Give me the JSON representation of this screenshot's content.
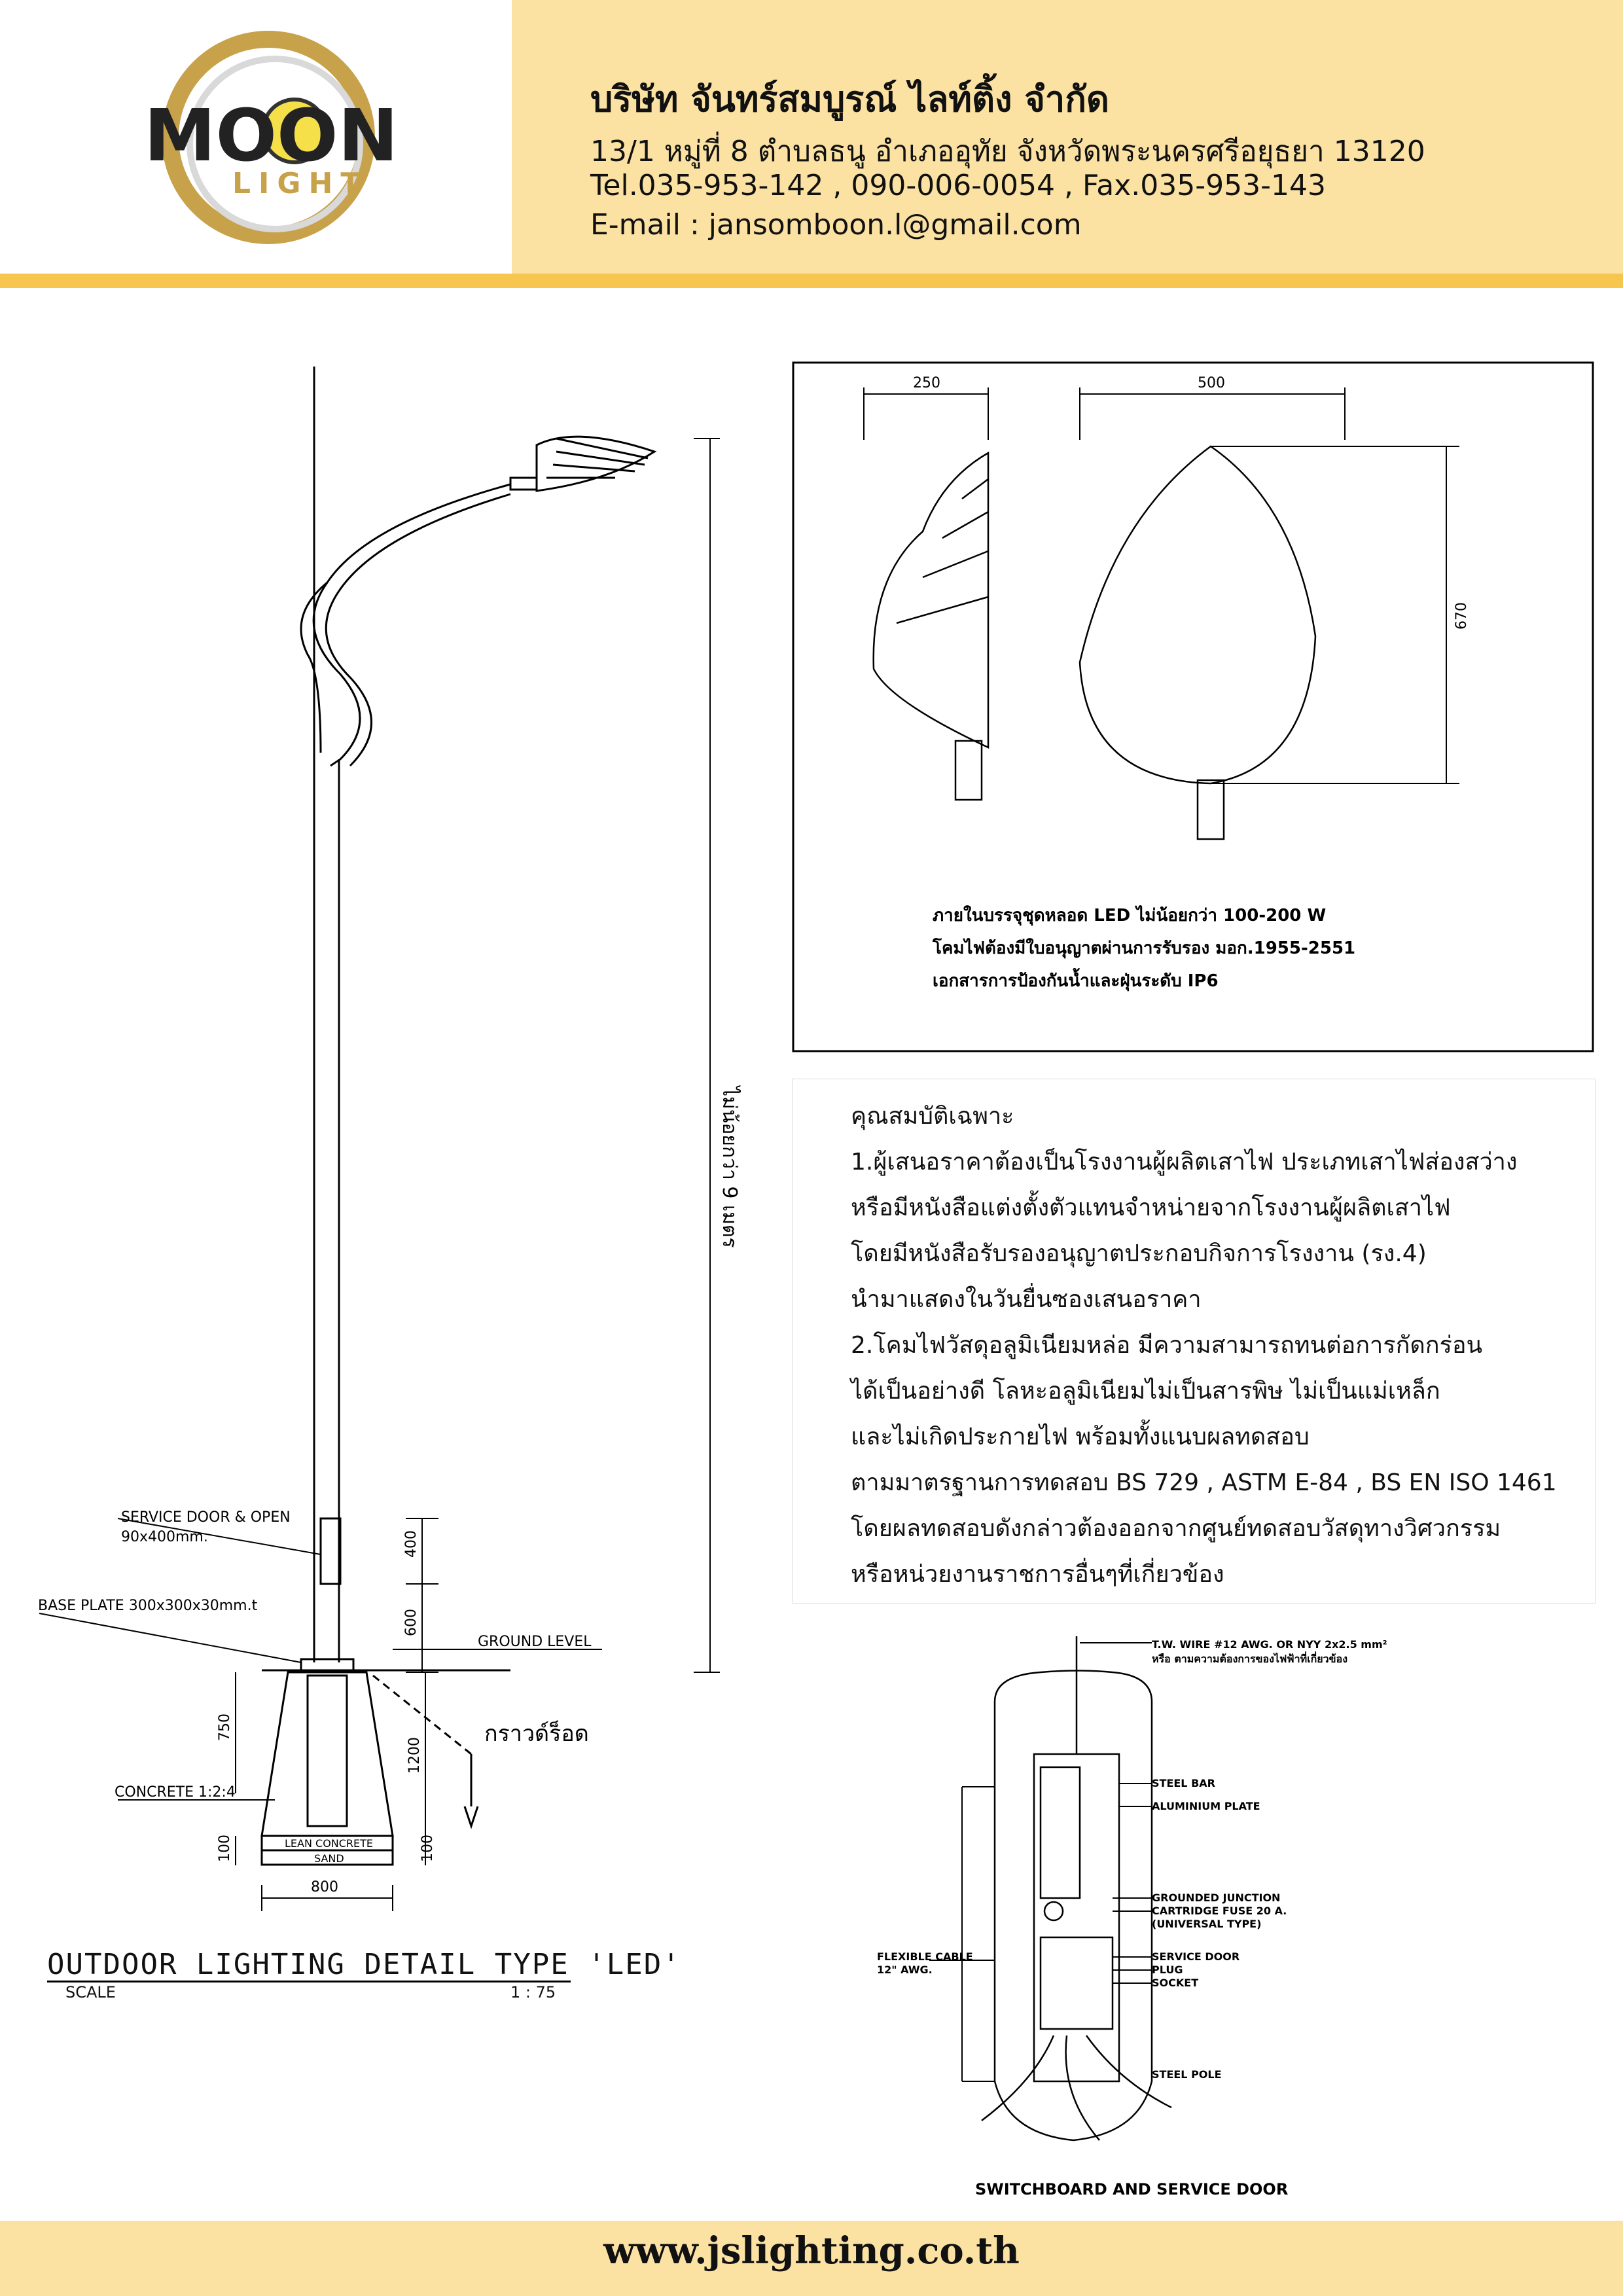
{
  "header": {
    "logo_text": "MOON",
    "logo_sub": "LIGHT",
    "company_name": "บริษัท จันทร์สมบูรณ์ ไลท์ติ้ง จำกัด",
    "address": "13/1 หมู่ที่ 8 ตำบลธนู อำเภออุทัย จังหวัดพระนครศรีอยุธยา 13120",
    "phone": "Tel.035-953-142 , 090-006-0054 , Fax.035-953-143",
    "email": "E-mail : jansomboon.l@gmail.com"
  },
  "pole_drawing": {
    "height_label": "ไม่น้อยกว่า 9 เมตร",
    "service_door": "SERVICE DOOR & OPEN",
    "service_door_size": "90x400mm.",
    "base_plate": "BASE PLATE 300x300x30mm.t",
    "ground_level": "GROUND LEVEL",
    "gravel": "กราวด์ร็อด",
    "concrete": "CONCRETE 1:2:4",
    "lean_concrete": "LEAN CONCRETE",
    "sand": "SAND",
    "dim_400": "400",
    "dim_600": "600",
    "dim_750": "750",
    "dim_1200": "1200",
    "dim_100a": "100",
    "dim_100b": "100",
    "dim_800": "800",
    "title": "OUTDOOR LIGHTING DETAIL TYPE 'LED'",
    "scale_label": "SCALE",
    "scale_value": "1 : 75"
  },
  "lamp_detail": {
    "dim_250": "250",
    "dim_500": "500",
    "dim_670": "670",
    "note1": "ภายในบรรจุชุดหลอด LED ไม่น้อยกว่า 100-200 W",
    "note2": "โคมไฟต้องมีใบอนุญาตผ่านการรับรอง มอก.1955-2551",
    "note3": "เอกสารการป้องกันน้ำและฝุ่นระดับ IP6"
  },
  "specs": {
    "title": "คุณสมบัติเฉพาะ",
    "lines": [
      "1.ผู้เสนอราคาต้องเป็นโรงงานผู้ผลิตเสาไฟ ประเภทเสาไฟส่องสว่าง",
      "หรือมีหนังสือแต่งตั้งตัวแทนจำหน่ายจากโรงงานผู้ผลิตเสาไฟ",
      "โดยมีหนังสือรับรองอนุญาตประกอบกิจการโรงงาน (รง.4)",
      "นำมาแสดงในวันยื่นซองเสนอราคา",
      "2.โคมไฟวัสดุอลูมิเนียมหล่อ มีความสามารถทนต่อการกัดกร่อน",
      "ได้เป็นอย่างดี โลหะอลูมิเนียมไม่เป็นสารพิษ ไม่เป็นแม่เหล็ก",
      "และไม่เกิดประกายไฟ พร้อมทั้งแนบผลทดสอบ",
      "ตามมาตรฐานการทดสอบ BS 729 , ASTM E-84 , BS EN ISO 1461",
      "โดยผลทดสอบดังกล่าวต้องออกจากศูนย์ทดสอบวัสดุทางวิศวกรรม",
      "หรือหน่วยงานราชการอื่นๆที่เกี่ยวข้อง"
    ]
  },
  "switchboard": {
    "wire": "T.W. WIRE #12 AWG. OR NYY 2x2.5 mm²",
    "wire2": "หรือ ตามความต้องการของไฟฟ้าที่เกี่ยวข้อง",
    "steel_bar": "STEEL BAR",
    "aluminium_plate": "ALUMINIUM PLATE",
    "grounded_junction": "GROUNDED JUNCTION",
    "cartridge_fuse": "CARTRIDGE FUSE 20 A.",
    "universal_type": "(UNIVERSAL TYPE)",
    "flexible_cable": "FLEXIBLE CABLE",
    "awg": "12\" AWG.",
    "service_door": "SERVICE DOOR",
    "plug": "PLUG",
    "socket": "SOCKET",
    "steel_pole": "STEEL POLE",
    "title": "SWITCHBOARD AND SERVICE DOOR"
  },
  "footer": {
    "url": "www.jslighting.co.th"
  },
  "colors": {
    "header_bg": "#fbe2a3",
    "header_strip": "#f7c64e",
    "logo_gold": "#c8a24a",
    "logo_yellow": "#f5e04a"
  }
}
